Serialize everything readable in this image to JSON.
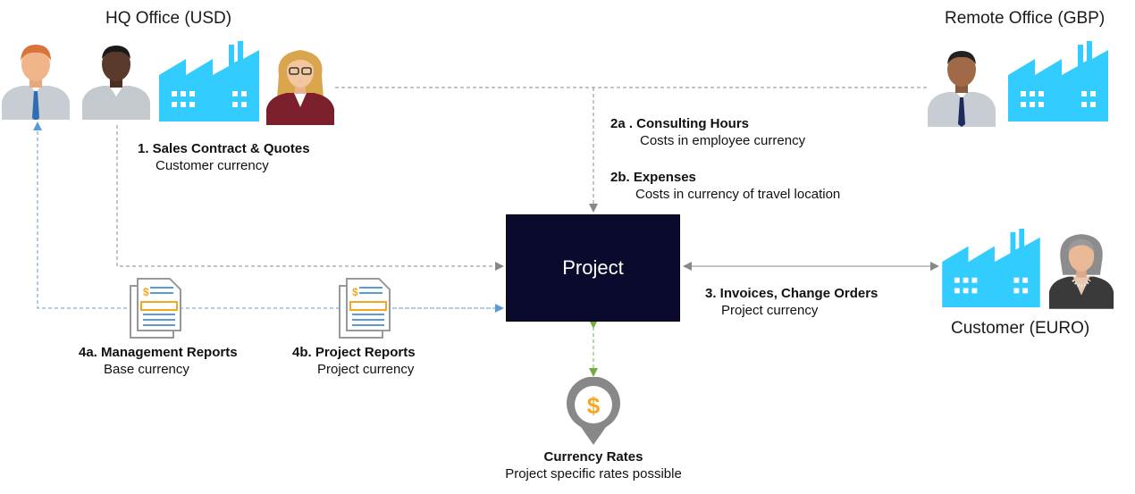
{
  "groups": {
    "hq": "HQ Office (USD)",
    "remote": "Remote Office (GBP)",
    "customer": "Customer (EURO)"
  },
  "project": {
    "label": "Project"
  },
  "flows": {
    "sales": {
      "title": "1. Sales Contract & Quotes",
      "sub": "Customer currency"
    },
    "consulting": {
      "title": "2a . Consulting Hours",
      "sub": "Costs in employee currency"
    },
    "expenses": {
      "title": "2b. Expenses",
      "sub": "Costs in currency of travel location"
    },
    "invoices": {
      "title": "3. Invoices, Change Orders",
      "sub": "Project currency"
    },
    "mgmt_reports": {
      "title": "4a. Management Reports",
      "sub": "Base currency"
    },
    "project_reports": {
      "title": "4b. Project Reports",
      "sub": "Project currency"
    },
    "currency_rates": {
      "title": "Currency Rates",
      "sub": "Project specific rates possible"
    }
  },
  "icons": {
    "hq_person_1": "person-icon",
    "hq_person_2": "person-icon",
    "hq_factory": "factory-icon",
    "hq_person_3": "person-icon",
    "remote_person": "person-icon",
    "remote_factory": "factory-icon",
    "customer_factory": "factory-icon",
    "customer_person": "person-icon",
    "document": "report-document-icon",
    "currency_pin": "currency-pin-icon"
  },
  "colors": {
    "factory": "#33ccff",
    "project_box": "#0a0a2e",
    "arrow_gray": "#888888",
    "arrow_blue": "#5b9bd5",
    "arrow_green": "#70ad47",
    "dollar": "#f5a623"
  }
}
